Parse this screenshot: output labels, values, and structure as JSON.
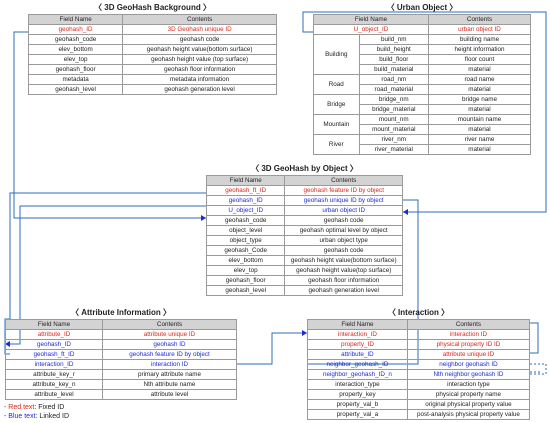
{
  "colors": {
    "fixed_id": "#d7261a",
    "linked_id": "#1d2bd6",
    "line": "#2c6fb7",
    "header": "#d3d3d3"
  },
  "background": {
    "title": "〈 3D GeoHash Background 〉",
    "headers": [
      "Field Name",
      "Contents"
    ],
    "rows": [
      {
        "field": "geohash_ID",
        "contents": "3D Geohash unique ID",
        "style": "red"
      },
      {
        "field": "geohash_code",
        "contents": "geohash code",
        "style": ""
      },
      {
        "field": "elev_bottom",
        "contents": "geohash height value(bottom surface)",
        "style": ""
      },
      {
        "field": "elev_top",
        "contents": "geohash height value (top surface)",
        "style": ""
      },
      {
        "field": "geohash_floor",
        "contents": "geohash floor information",
        "style": ""
      },
      {
        "field": "metadata",
        "contents": "metadata information",
        "style": ""
      },
      {
        "field": "geohash_level",
        "contents": "geohash generation level",
        "style": ""
      }
    ]
  },
  "urban": {
    "title": "〈 Urban Object 〉",
    "headers": [
      "Field Name",
      "Contents"
    ],
    "id_row": {
      "field": "U_object_ID",
      "contents": "urban object ID"
    },
    "groups": [
      {
        "name": "Building",
        "rows": [
          {
            "field": "build_nm",
            "contents": "building name"
          },
          {
            "field": "build_height",
            "contents": "height information"
          },
          {
            "field": "build_floor",
            "contents": "floor count"
          },
          {
            "field": "build_material",
            "contents": "material"
          }
        ]
      },
      {
        "name": "Road",
        "rows": [
          {
            "field": "road_nm",
            "contents": "road name"
          },
          {
            "field": "road_material",
            "contents": "material"
          }
        ]
      },
      {
        "name": "Bridge",
        "rows": [
          {
            "field": "bridge_nm",
            "contents": "bridge name"
          },
          {
            "field": "bridge_material",
            "contents": "material"
          }
        ]
      },
      {
        "name": "Mountain",
        "rows": [
          {
            "field": "mount_nm",
            "contents": "mountain name"
          },
          {
            "field": "mount_material",
            "contents": "material"
          }
        ]
      },
      {
        "name": "River",
        "rows": [
          {
            "field": "river_nm",
            "contents": "river name"
          },
          {
            "field": "river_material",
            "contents": "material"
          }
        ]
      }
    ]
  },
  "byobject": {
    "title": "〈 3D GeoHash by Object 〉",
    "headers": [
      "Field Name",
      "Contents"
    ],
    "rows": [
      {
        "field": "geohash_ft_ID",
        "contents": "geohash feature ID by object",
        "style": "red"
      },
      {
        "field": "geohash_ID",
        "contents": "geohash unique ID by object",
        "style": "blue"
      },
      {
        "field": "U_object_ID",
        "contents": "urban object ID",
        "style": "blue"
      },
      {
        "field": "geohash_code",
        "contents": "geohash code",
        "style": ""
      },
      {
        "field": "object_level",
        "contents": "geohash optimal level by object",
        "style": ""
      },
      {
        "field": "object_type",
        "contents": "urban object type",
        "style": ""
      },
      {
        "field": "geohash_Code",
        "contents": "geohash code",
        "style": ""
      },
      {
        "field": "elev_bottom",
        "contents": "geohash height value(bottom surface)",
        "style": ""
      },
      {
        "field": "elev_top",
        "contents": "geohash height value(top surface)",
        "style": ""
      },
      {
        "field": "geohash_floor",
        "contents": "geohash floor information",
        "style": ""
      },
      {
        "field": "geohash_level",
        "contents": "geohash generation level",
        "style": ""
      }
    ]
  },
  "attribute": {
    "title": "〈 Attribute Information 〉",
    "headers": [
      "Field Name",
      "Contents"
    ],
    "rows": [
      {
        "field": "attribute_ID",
        "contents": "attribute unique ID",
        "style": "red"
      },
      {
        "field": "geohash_ID",
        "contents": "geohash ID",
        "style": "blue"
      },
      {
        "field": "geohash_ft_ID",
        "contents": "geohash feature ID by object",
        "style": "blue"
      },
      {
        "field": "interaction_ID",
        "contents": "interaction ID",
        "style": "blue"
      },
      {
        "field": "attribute_key_r",
        "contents": "primary attribute name",
        "style": ""
      },
      {
        "field": "attribute_key_n",
        "contents": "Nth attribute name",
        "style": ""
      },
      {
        "field": "attribute_level",
        "contents": "attribute level",
        "style": ""
      }
    ]
  },
  "interaction": {
    "title": "〈 Interaction 〉",
    "headers": [
      "Field Name",
      "Contents"
    ],
    "rows": [
      {
        "field": "interaction_ID",
        "contents": "interaction ID",
        "style": "red"
      },
      {
        "field": "property_ID",
        "contents": "physical property ID ID",
        "style": "red"
      },
      {
        "field": "attribute_ID",
        "contents": "attribute unique ID",
        "style": "blue-red"
      },
      {
        "field": "neighbor_geohash_ID",
        "contents": "neighbor geohash ID",
        "style": "blue"
      },
      {
        "field": "neighbor_geohash_ID_n",
        "contents": "Nth neighbor geohash ID",
        "style": "blue"
      },
      {
        "field": "interaction_type",
        "contents": "interaction type",
        "style": ""
      },
      {
        "field": "property_key",
        "contents": "physical property name",
        "style": ""
      },
      {
        "field": "property_val_b",
        "contents": "original physical property value",
        "style": ""
      },
      {
        "field": "property_val_a",
        "contents": "post-analysis physical property value",
        "style": ""
      }
    ]
  },
  "legend": {
    "red_dash": "- ",
    "red_text": "Red text",
    "red_desc": ": Fixed ID",
    "blue_dash": "- ",
    "blue_text": "Blue text",
    "blue_desc": ": Linked ID"
  }
}
